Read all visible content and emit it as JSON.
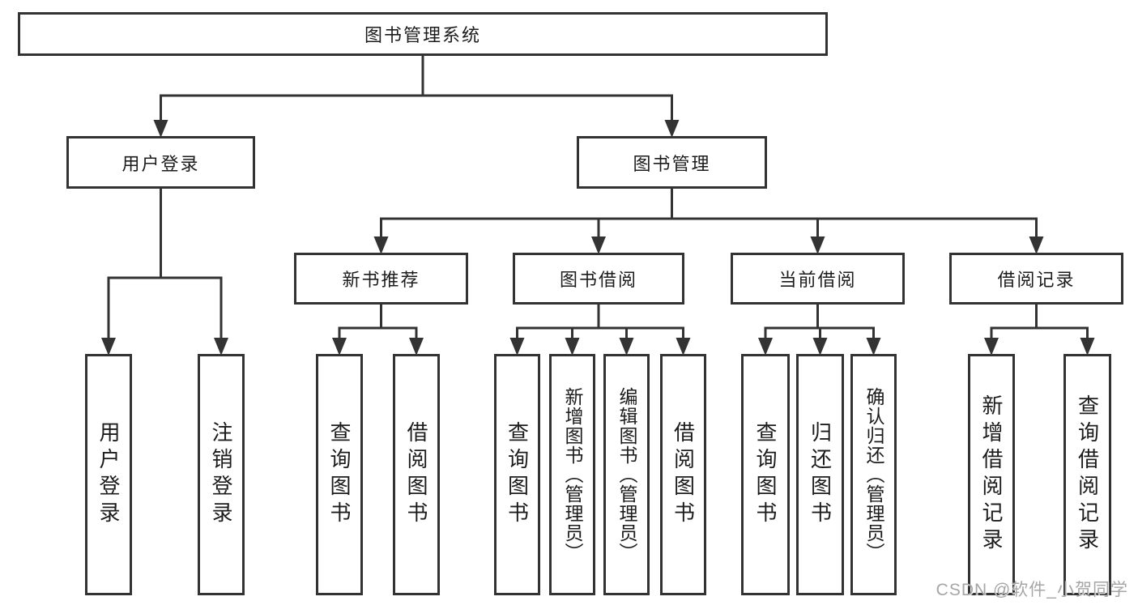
{
  "diagram_title": "图书管理系统",
  "nodes": {
    "root": "图书管理系统",
    "user_login": "用户登录",
    "book_mgmt": "图书管理",
    "new_book_rec": "新书推荐",
    "book_borrow": "图书借阅",
    "current_borrow": "当前借阅",
    "borrow_record": "借阅记录",
    "leaf_user_login": "用户登录",
    "leaf_logout": "注销登录",
    "leaf_query_book_1": "查询图书",
    "leaf_borrow_book_1": "借阅图书",
    "leaf_query_book_2": "查询图书",
    "leaf_add_book": "新增图书（管理员）",
    "leaf_edit_book": "编辑图书（管理员）",
    "leaf_borrow_book_2": "借阅图书",
    "leaf_query_book_3": "查询图书",
    "leaf_return_book": "归还图书",
    "leaf_confirm_return": "确认归还（管理员）",
    "leaf_add_record": "新增借阅记录",
    "leaf_query_record": "查询借阅记录"
  },
  "hierarchy": {
    "root": [
      "user_login",
      "book_mgmt"
    ],
    "user_login": [
      "leaf_user_login",
      "leaf_logout"
    ],
    "book_mgmt": [
      "new_book_rec",
      "book_borrow",
      "current_borrow",
      "borrow_record"
    ],
    "new_book_rec": [
      "leaf_query_book_1",
      "leaf_borrow_book_1"
    ],
    "book_borrow": [
      "leaf_query_book_2",
      "leaf_add_book",
      "leaf_edit_book",
      "leaf_borrow_book_2"
    ],
    "current_borrow": [
      "leaf_query_book_3",
      "leaf_return_book",
      "leaf_confirm_return"
    ],
    "borrow_record": [
      "leaf_add_record",
      "leaf_query_record"
    ]
  },
  "watermark": {
    "text": "CSDN @软件_小贺同学"
  },
  "colors": {
    "line": "#333333",
    "box_border": "#333333",
    "box_fill": "#ffffff",
    "text": "#1c1c1c",
    "watermark": "#a6a6a6",
    "background": "#ffffff"
  }
}
